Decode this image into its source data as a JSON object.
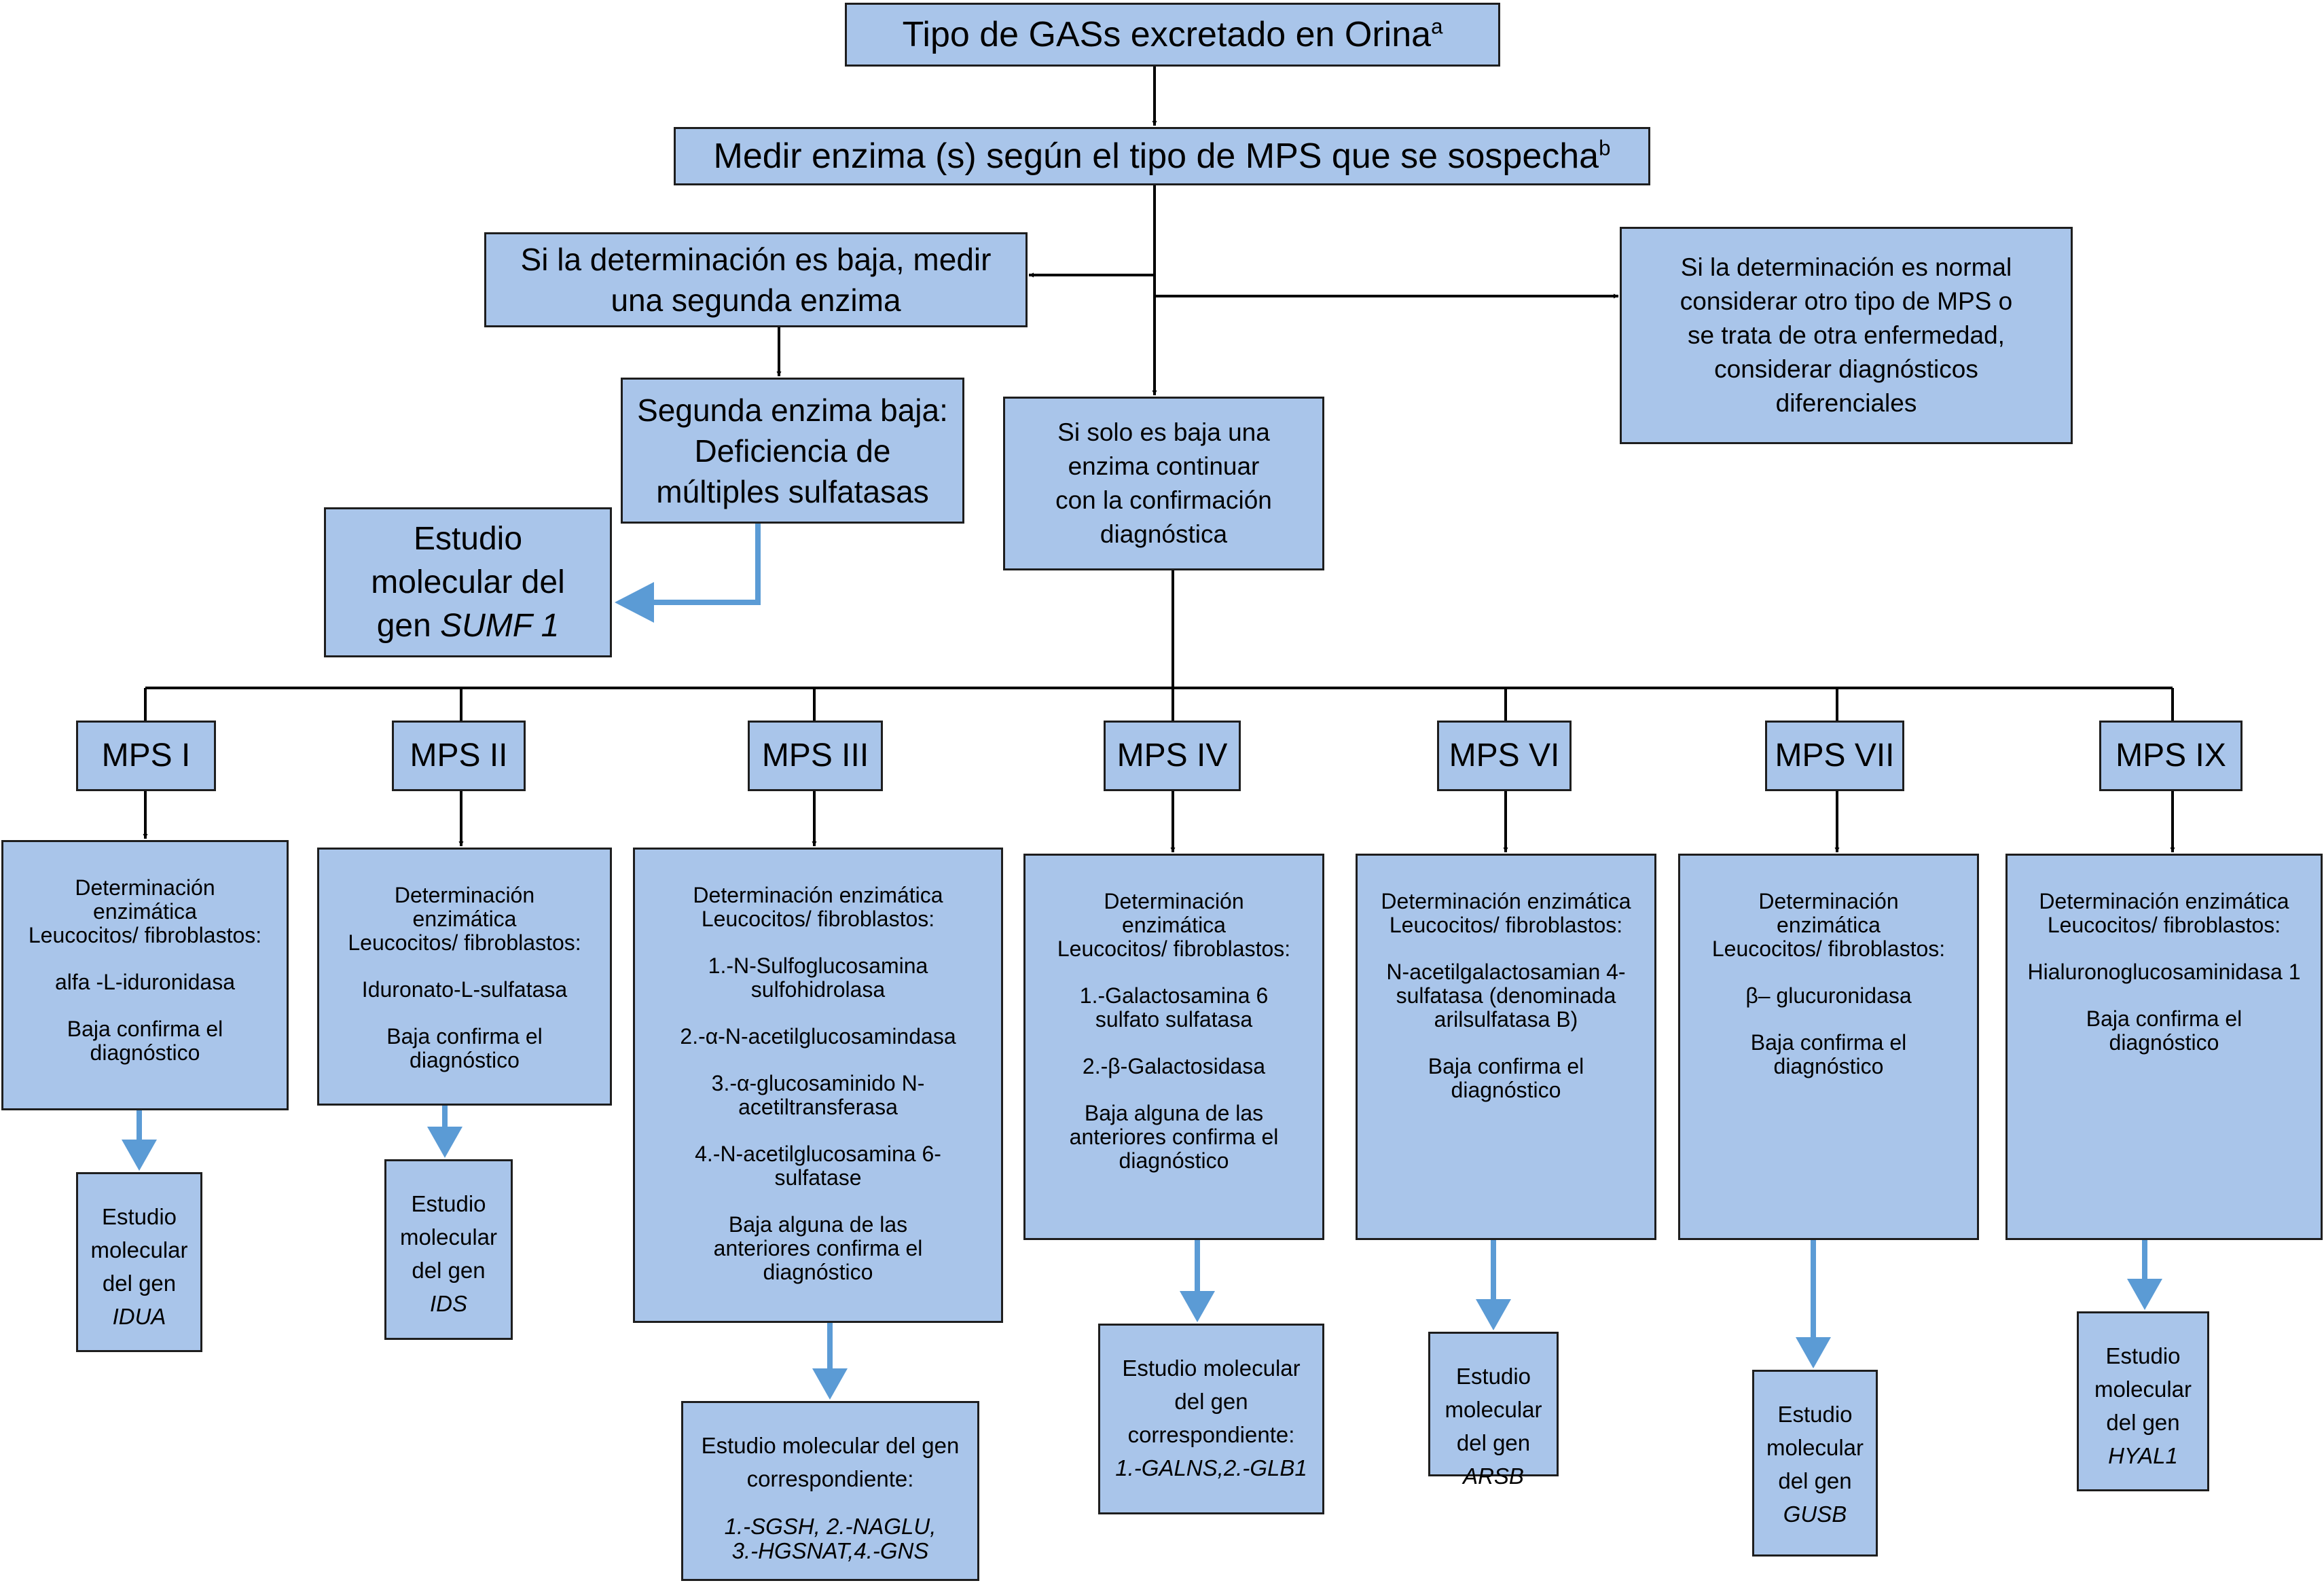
{
  "top": {
    "text": "Tipo de GASs excretado en Orina",
    "sup": "a"
  },
  "measure": {
    "text": "Medir enzima (s) según el tipo de MPS que se sospecha",
    "sup": "b"
  },
  "low": {
    "line1": "Si la determinación es baja, medir",
    "line2": "una segunda enzima"
  },
  "normal": {
    "lines": [
      "Si la determinación es normal",
      "considerar otro tipo de MPS o",
      "se trata de otra enfermedad,",
      "considerar diagnósticos",
      "diferenciales"
    ]
  },
  "second": {
    "lines": [
      "Segunda enzima baja:",
      "Deficiencia de",
      "múltiples sulfatasas"
    ]
  },
  "only": {
    "lines": [
      "Si solo es baja una",
      "enzima continuar",
      "con la confirmación",
      "diagnóstica"
    ]
  },
  "sumf": {
    "lines": [
      "Estudio",
      "molecular del"
    ],
    "prefix": "gen ",
    "gene": "SUMF 1"
  },
  "columns": [
    {
      "label": "MPS I",
      "det": [
        "Determinación\nenzimática\nLeucocitos/ fibroblastos:",
        "alfa -L-iduronidasa",
        "Baja confirma el\ndiagnóstico"
      ],
      "gene_lines": [
        "Estudio",
        "molecular",
        "del gen"
      ],
      "gene_name": "IDUA"
    },
    {
      "label": "MPS II",
      "det": [
        "Determinación\nenzimática\nLeucocitos/ fibroblastos:",
        "Iduronato-L-sulfatasa",
        "Baja confirma el\ndiagnóstico"
      ],
      "gene_lines": [
        "Estudio",
        "molecular",
        "del gen"
      ],
      "gene_name": "IDS"
    },
    {
      "label": "MPS III",
      "det": [
        "Determinación enzimática\nLeucocitos/ fibroblastos:",
        "1.-N-Sulfoglucosamina\nsulfohidrolasa",
        "2.-α-N-acetilglucosamindasa",
        "3.-α-glucosaminido N-\nacetiltransferasa",
        "4.-N-acetilglucosamina 6-\nsulfatase",
        "Baja alguna de las\nanteriores confirma el\ndiagnóstico"
      ],
      "gene_lines": [
        "Estudio molecular del gen",
        "correspondiente:"
      ],
      "gene_name": "1.-SGSH, 2.-NAGLU,\n3.-HGSNAT,4.-GNS"
    },
    {
      "label": "MPS IV",
      "det": [
        "Determinación\nenzimática\nLeucocitos/ fibroblastos:",
        "1.-Galactosamina 6\nsulfato sulfatasa",
        "2.-β-Galactosidasa",
        "Baja alguna de las\nanteriores confirma el\ndiagnóstico"
      ],
      "gene_lines": [
        "Estudio molecular",
        "del gen",
        "correspondiente:"
      ],
      "gene_name": "1.-GALNS,2.-GLB1"
    },
    {
      "label": "MPS VI",
      "det": [
        "Determinación enzimática\nLeucocitos/ fibroblastos:",
        "N-acetilgalactosamian 4-\nsulfatasa (denominada\narilsulfatasa B)",
        "Baja confirma el\ndiagnóstico"
      ],
      "gene_lines": [
        "Estudio",
        "molecular",
        "del gen"
      ],
      "gene_name": "ARSB"
    },
    {
      "label": "MPS VII",
      "det": [
        "Determinación\nenzimática\nLeucocitos/ fibroblastos:",
        "β– glucuronidasa",
        "Baja confirma el\ndiagnóstico"
      ],
      "gene_lines": [
        "Estudio",
        "molecular",
        "del gen"
      ],
      "gene_name": "GUSB"
    },
    {
      "label": "MPS IX",
      "det": [
        "Determinación enzimática\nLeucocitos/ fibroblastos:",
        "Hialuronoglucosaminidasa 1",
        "Baja confirma el\ndiagnóstico"
      ],
      "gene_lines": [
        "Estudio",
        "molecular",
        "del gen"
      ],
      "gene_name": "HYAL1"
    }
  ]
}
